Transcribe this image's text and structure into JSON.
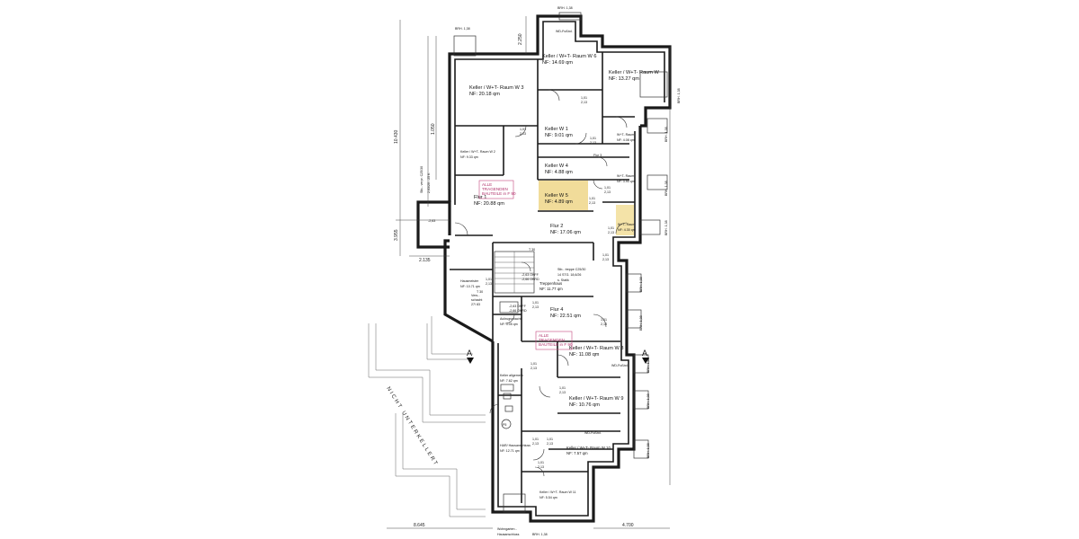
{
  "rooms": [
    {
      "name": "Keller / W+T- Raum W 6",
      "area": "NF: 14.69 qm"
    },
    {
      "name": "Keller / W+T- Raum W",
      "area": "NF: 13.27 qm"
    },
    {
      "name": "Keller / W+T- Raum W 3",
      "area": "NF: 20.18 qm"
    },
    {
      "name": "Keller W 1",
      "area": "NF: 9.01 qm"
    },
    {
      "name": "Keller / W+T- Raum W 2",
      "area": "NF: 9.33 qm"
    },
    {
      "name": "Keller W 4",
      "area": "NF: 4.88 qm"
    },
    {
      "name": "Keller W 5",
      "area": "NF: 4.89 qm"
    },
    {
      "name": "Flur 1",
      "area": "NF: 20.88 qm"
    },
    {
      "name": "Flur 2",
      "area": "NF: 17.06 qm"
    },
    {
      "name": "Flur 3",
      "area": ""
    },
    {
      "name": "Treppenhaus",
      "area": "NF: 11.77 qm"
    },
    {
      "name": "Hausmeister",
      "area": "NF: 10.71 qm"
    },
    {
      "name": "Aufzugschacht",
      "area": "NF: 3.05 qm"
    },
    {
      "name": "Flur 4",
      "area": "NF: 22.51 qm"
    },
    {
      "name": "Keller / W+T- Raum W 8",
      "area": "NF: 11.08 qm"
    },
    {
      "name": "Keller allgemein",
      "area": "NF: 7.62 qm"
    },
    {
      "name": "Keller / W+T- Raum W 9",
      "area": "NF: 10.76 qm"
    },
    {
      "name": "HAR/ Hausanschluss",
      "area": "NF: 12.71 qm"
    },
    {
      "name": "Keller / W+T- Raum W 10",
      "area": "NF: 7.57 qm"
    },
    {
      "name": "Keller / W+T- Raum W 11",
      "area": "NF: 5.54 qm"
    },
    {
      "name": "W+T- Raum",
      "area": "NF: 4.08 qm"
    },
    {
      "name": "W+T- Raum",
      "area": "NF: 3.90 qm"
    },
    {
      "name": "W+T- Raum",
      "area": "NF: 4.30 qm"
    }
  ],
  "brh_labels": [
    "BRH. 1,38",
    "BRH. 1,38",
    "BRH. 1,38",
    "BRH. 1,38",
    "BRH. 1,38",
    "BRH. 1,38",
    "BRH. 1,38",
    "BRH. 1,38",
    "BRH. 1,38",
    "BRH. 1,38",
    "BRH. 1,38",
    "BRH. 1,38"
  ],
  "dimensions": [
    "2.250",
    "1.050",
    "10.430",
    "3.955",
    "2.135",
    "8.645",
    "4.700"
  ],
  "door_labels": [
    "1,01",
    "2,13"
  ],
  "notes": {
    "tragend_1": [
      "ALLE",
      "TRAGENDEN",
      "BAUTEILE in F 90"
    ],
    "tragend_2": [
      "ALLE",
      "TRAGENDEN",
      "BAUTEILE in F 90"
    ],
    "stair": [
      "Stb.- treppe C25/30",
      "14 STG. 18,6/26",
      "s. Statik"
    ],
    "stair_landing": [
      "-2,63 OKFF",
      "-2,66 OKRD"
    ],
    "elevator_pit": [
      "-2,63 OKFF",
      "-2,66 OKRD"
    ],
    "vent_shaft": [
      "Vers.-",
      "schacht",
      "27/ 83"
    ],
    "fire": [
      "T 30",
      "T 30"
    ],
    "wd": "WD-Fußbd.",
    "level": "-2,63",
    "stb": "Stb.- verpr. C25/30",
    "wall_note": "2,63/20 - 25 K"
  },
  "section_marks": [
    "A",
    "A"
  ],
  "unterkellert": "NICHT UNTERKELLERT",
  "parking_mark": "P5",
  "bottom_labels": [
    "Wohngarten -",
    "Hausanschluss"
  ]
}
